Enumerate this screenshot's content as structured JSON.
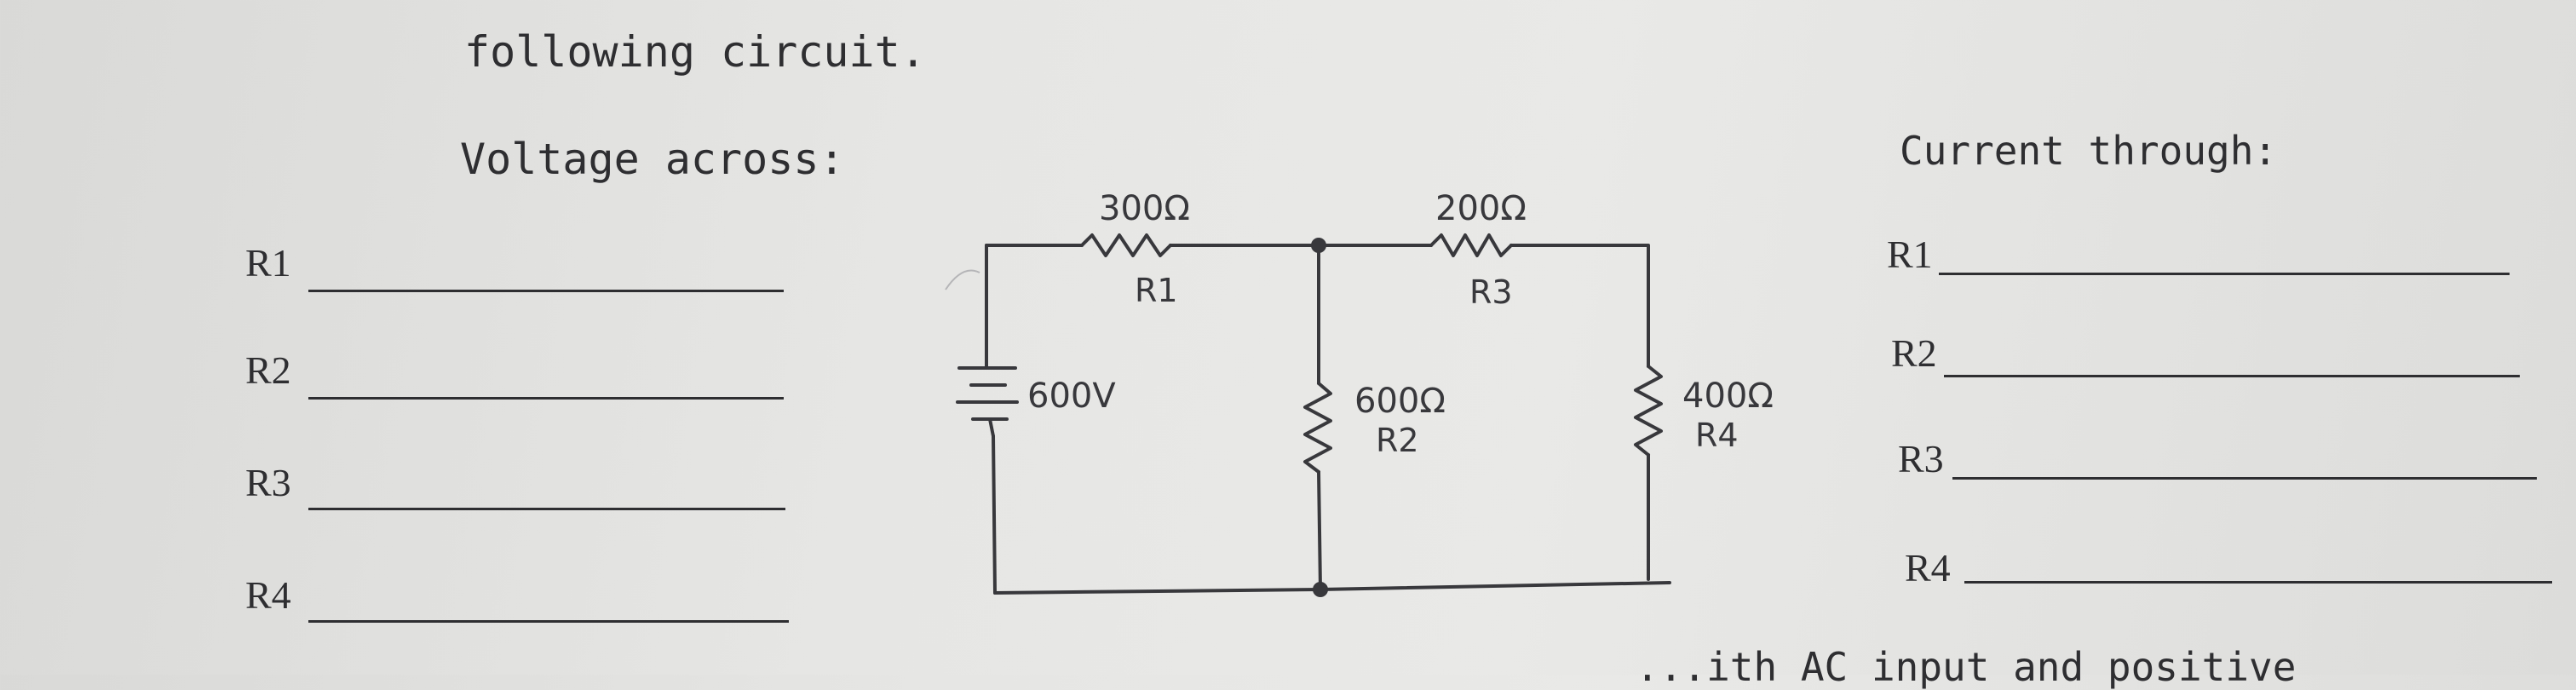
{
  "intro": "following circuit.",
  "voltage_heading": "Voltage across:",
  "current_heading": "Current through:",
  "voltage_rows": [
    "R1",
    "R2",
    "R3",
    "R4"
  ],
  "current_rows": [
    "R1",
    "R2",
    "R3",
    "R4"
  ],
  "circuit": {
    "source_label": "600V",
    "r1_value": "300Ω",
    "r1_name": "R1",
    "r3_value": "200Ω",
    "r3_name": "R3",
    "r2_value": "600Ω",
    "r2_name": "R2",
    "r4_value": "400Ω",
    "r4_name": "R4"
  },
  "bottom_text": "...ith AC input and positive"
}
